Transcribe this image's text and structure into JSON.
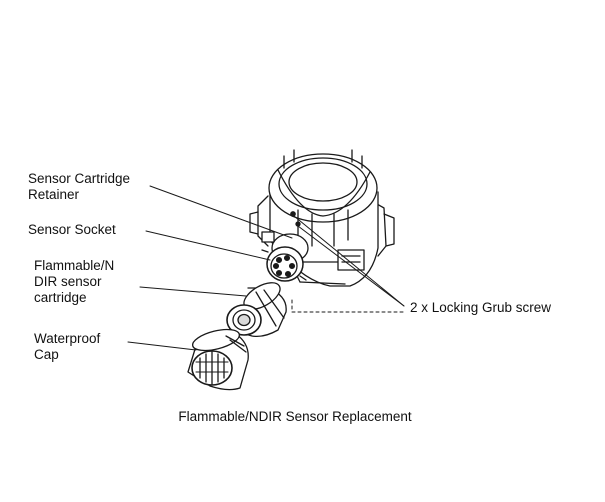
{
  "labels": {
    "retainer": "Sensor Cartridge\nRetainer",
    "socket": "Sensor Socket",
    "cartridge": "Flammable/N\nDIR sensor\ncartridge",
    "cap": "Waterproof\nCap",
    "grub_screw": "2 x Locking Grub screw"
  },
  "caption": "Flammable/NDIR Sensor Replacement",
  "colors": {
    "line": "#1a1a1a",
    "fill": "#ffffff",
    "shade": "#d9d9d9"
  }
}
